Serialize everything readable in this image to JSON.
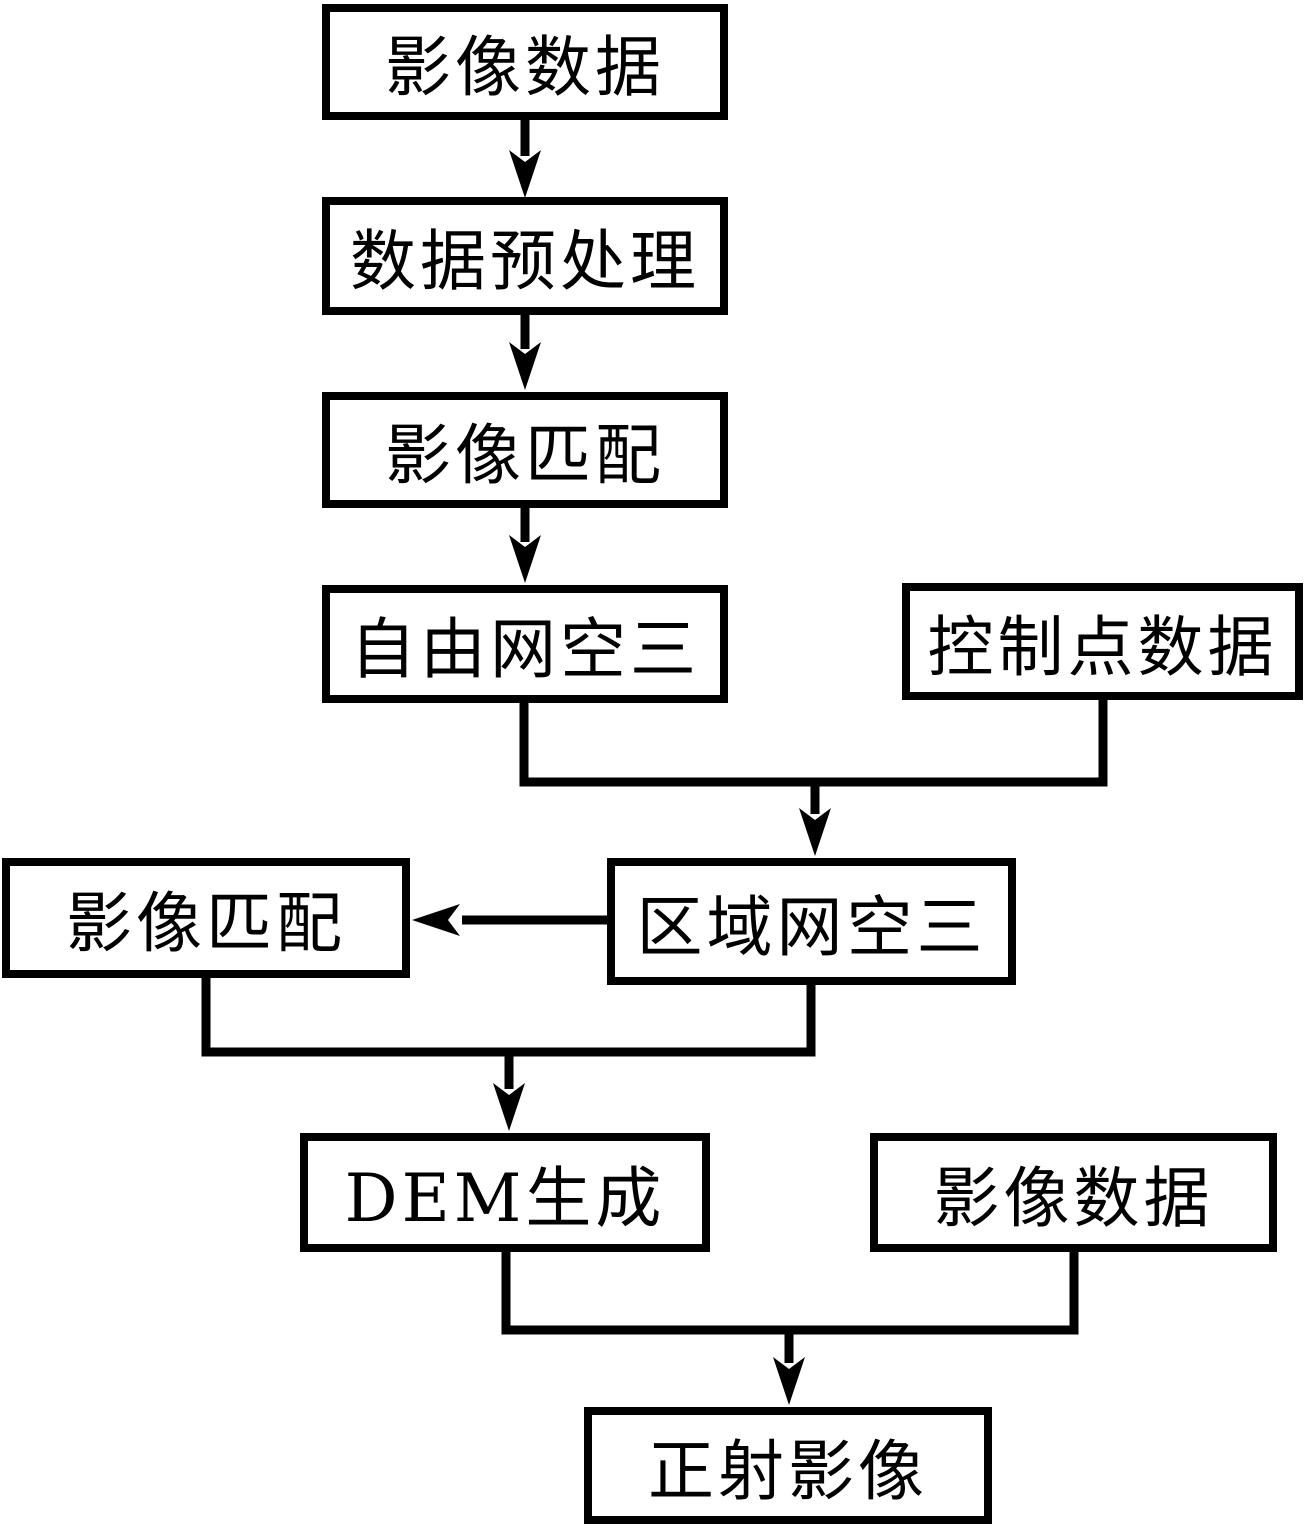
{
  "diagram": {
    "type": "flowchart",
    "title": "",
    "colors": {
      "stroke": "#000000",
      "node_background": "#ffffff",
      "text": "#000000",
      "page_background": "#ffffff"
    },
    "nodes": [
      {
        "id": "image-data-top",
        "label": "影像数据"
      },
      {
        "id": "data-preprocessing",
        "label": "数据预处理"
      },
      {
        "id": "image-matching-1",
        "label": "影像匹配"
      },
      {
        "id": "free-network-at",
        "label": "自由网空三"
      },
      {
        "id": "control-point-data",
        "label": "控制点数据"
      },
      {
        "id": "image-matching-2",
        "label": "影像匹配"
      },
      {
        "id": "block-network-at",
        "label": "区域网空三"
      },
      {
        "id": "dem-generation",
        "label": "DEM生成"
      },
      {
        "id": "image-data-2",
        "label": "影像数据"
      },
      {
        "id": "orthophoto",
        "label": "正射影像"
      }
    ],
    "edges": [
      {
        "from": "image-data-top",
        "to": "data-preprocessing",
        "style": "arrow-down"
      },
      {
        "from": "data-preprocessing",
        "to": "image-matching-1",
        "style": "arrow-down"
      },
      {
        "from": "image-matching-1",
        "to": "free-network-at",
        "style": "arrow-down"
      },
      {
        "from": "free-network-at",
        "to": "block-network-at",
        "style": "merge-then-arrow-down"
      },
      {
        "from": "control-point-data",
        "to": "block-network-at",
        "style": "merge-then-arrow-down"
      },
      {
        "from": "block-network-at",
        "to": "image-matching-2",
        "style": "arrow-left"
      },
      {
        "from": "image-matching-2",
        "to": "dem-generation",
        "style": "merge-then-arrow-down"
      },
      {
        "from": "block-network-at",
        "to": "dem-generation",
        "style": "merge-then-arrow-down"
      },
      {
        "from": "dem-generation",
        "to": "orthophoto",
        "style": "merge-then-arrow-down"
      },
      {
        "from": "image-data-2",
        "to": "orthophoto",
        "style": "merge-then-arrow-down"
      }
    ]
  }
}
